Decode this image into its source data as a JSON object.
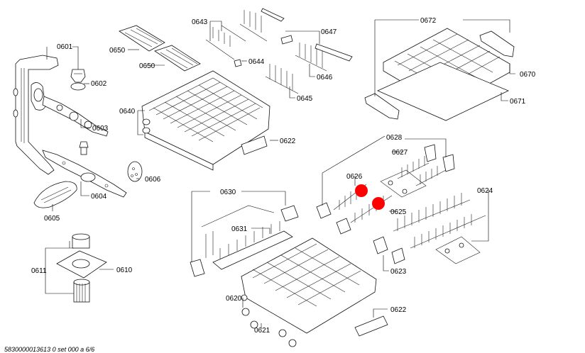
{
  "labels": {
    "l0601": "0601",
    "l0602": "0602",
    "l0603": "0603",
    "l0604": "0604",
    "l0605": "0605",
    "l0606": "0606",
    "l0610": "0610",
    "l0611": "0611",
    "l0620": "0620",
    "l0621": "0621",
    "l0622a": "0622",
    "l0622b": "0622",
    "l0623": "0623",
    "l0624": "0624",
    "l0625": "0625",
    "l0626": "0626",
    "l0627": "0627",
    "l0628": "0628",
    "l0630": "0630",
    "l0631": "0631",
    "l0640": "0640",
    "l0643": "0643",
    "l0644": "0644",
    "l0645": "0645",
    "l0646": "0646",
    "l0647": "0647",
    "l0650a": "0650",
    "l0650b": "0650",
    "l0670": "0670",
    "l0671": "0671",
    "l0672": "0672"
  },
  "footer": "5830000013613 0 set 000 a 6/6",
  "markers": {
    "color": "#ff0000"
  }
}
